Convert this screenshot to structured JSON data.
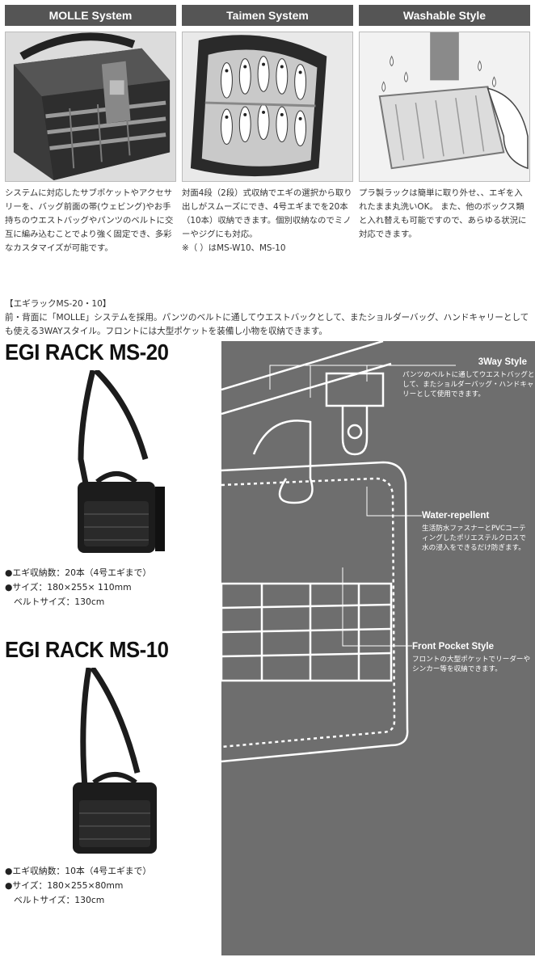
{
  "features": [
    {
      "title": "MOLLE System",
      "text": "システムに対応したサブポケットやアクセサリーを、バッグ前面の帯(ウェビング)やお手持ちのウエストバッグやパンツのベルトに交互に編み込むことでより強く固定でき、多彩なカスタマイズが可能です。",
      "icon": "molle-bag-illustration"
    },
    {
      "title": "Taimen System",
      "text": "対面4段（2段）式収納でエギの選択から取り出しがスムーズにでき、4号エギまでを20本（10本）収納できます。個別収納なのでミノーやジグにも対応。",
      "note": "※（ ）はMS-W10、MS-10",
      "icon": "lure-rack-illustration"
    },
    {
      "title": "Washable Style",
      "text": "プラ製ラックは簡単に取り外せ、、エギを入れたまま丸洗いOK。 また、他のボックス類と入れ替えも可能ですので、あらゆる状況に対応できます。",
      "icon": "washing-rack-illustration"
    }
  ],
  "intro": {
    "heading": "【エギラックMS-20・10】",
    "text": "前・背面に「MOLLE」システムを採用。パンツのベルトに通してウエストバックとして、またショルダーバッグ、ハンドキャリーとしても使える3WAYスタイル。フロントには大型ポケットを装備し小物を収納できます。"
  },
  "callouts": [
    {
      "title": "3Way  Style",
      "text": "パンツのベルトに通してウエストバッグとして、またショルダーバッグ・ハンドキャリーとして使用できます。"
    },
    {
      "title": "Water-repellent",
      "text": "生活防水ファスナーとPVCコーティングしたポリエステルクロスで水の浸入をできるだけ防ぎます。"
    },
    {
      "title": "Front Pocket Style",
      "text": "フロントの大型ポケットでリーダーやシンカー等を収納できます。"
    }
  ],
  "products": [
    {
      "name": "EGI RACK  MS-20",
      "spec_capacity": "●エギ収納数：20本（4号エギまで）",
      "spec_size": "●サイズ：180×255× 110mm",
      "spec_belt": "ベルトサイズ：130cm"
    },
    {
      "name": "EGI RACK  MS-10",
      "spec_capacity": "●エギ収納数：10本（4号エギまで）",
      "spec_size": "●サイズ：180×255×80mm",
      "spec_belt": "ベルトサイズ：130cm"
    }
  ],
  "colors": {
    "header_bg": "#555555",
    "panel_bg": "#6e6e6e",
    "bag_black": "#1c1c1c"
  }
}
